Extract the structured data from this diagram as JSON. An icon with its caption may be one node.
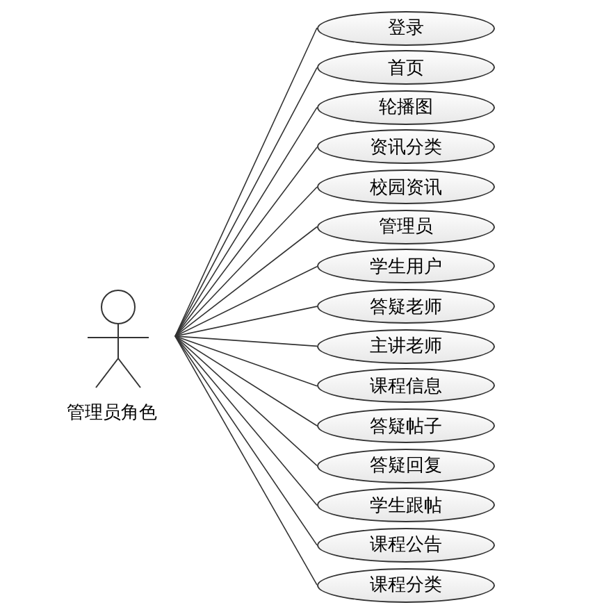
{
  "diagram": {
    "nodes": [
      {
        "text": [
          "管理员角色"
        ]
      },
      {
        "text": [
          "登录"
        ]
      },
      {
        "text": [
          "首页"
        ]
      },
      {
        "text": [
          "轮播图"
        ]
      },
      {
        "text": [
          "资讯分类"
        ]
      },
      {
        "text": [
          "校园资讯"
        ]
      },
      {
        "text": [
          "管理员"
        ]
      },
      {
        "text": [
          "学生用户"
        ]
      },
      {
        "text": [
          "答疑老师"
        ]
      },
      {
        "text": [
          "主讲老师"
        ]
      },
      {
        "text": [
          "课程信息"
        ]
      },
      {
        "text": [
          "答疑帖子"
        ]
      },
      {
        "text": [
          "答疑回复"
        ]
      },
      {
        "text": [
          "学生跟帖"
        ]
      },
      {
        "text": [
          "课程公告"
        ]
      },
      {
        "text": [
          "课程分类"
        ]
      }
    ],
    "edges": [
      {
        "from": 0,
        "to": 1,
        "arrow": "none"
      },
      {
        "from": 0,
        "to": 2,
        "arrow": "none"
      },
      {
        "from": 0,
        "to": 3,
        "arrow": "none"
      },
      {
        "from": 0,
        "to": 4,
        "arrow": "none"
      },
      {
        "from": 0,
        "to": 5,
        "arrow": "none"
      },
      {
        "from": 0,
        "to": 6,
        "arrow": "none"
      },
      {
        "from": 0,
        "to": 7,
        "arrow": "none"
      },
      {
        "from": 0,
        "to": 8,
        "arrow": "none"
      },
      {
        "from": 0,
        "to": 9,
        "arrow": "none"
      },
      {
        "from": 0,
        "to": 10,
        "arrow": "none"
      },
      {
        "from": 0,
        "to": 11,
        "arrow": "none"
      },
      {
        "from": 0,
        "to": 12,
        "arrow": "none"
      },
      {
        "from": 0,
        "to": 13,
        "arrow": "none"
      },
      {
        "from": 0,
        "to": 14,
        "arrow": "none"
      },
      {
        "from": 0,
        "to": 15,
        "arrow": "none"
      }
    ]
  }
}
